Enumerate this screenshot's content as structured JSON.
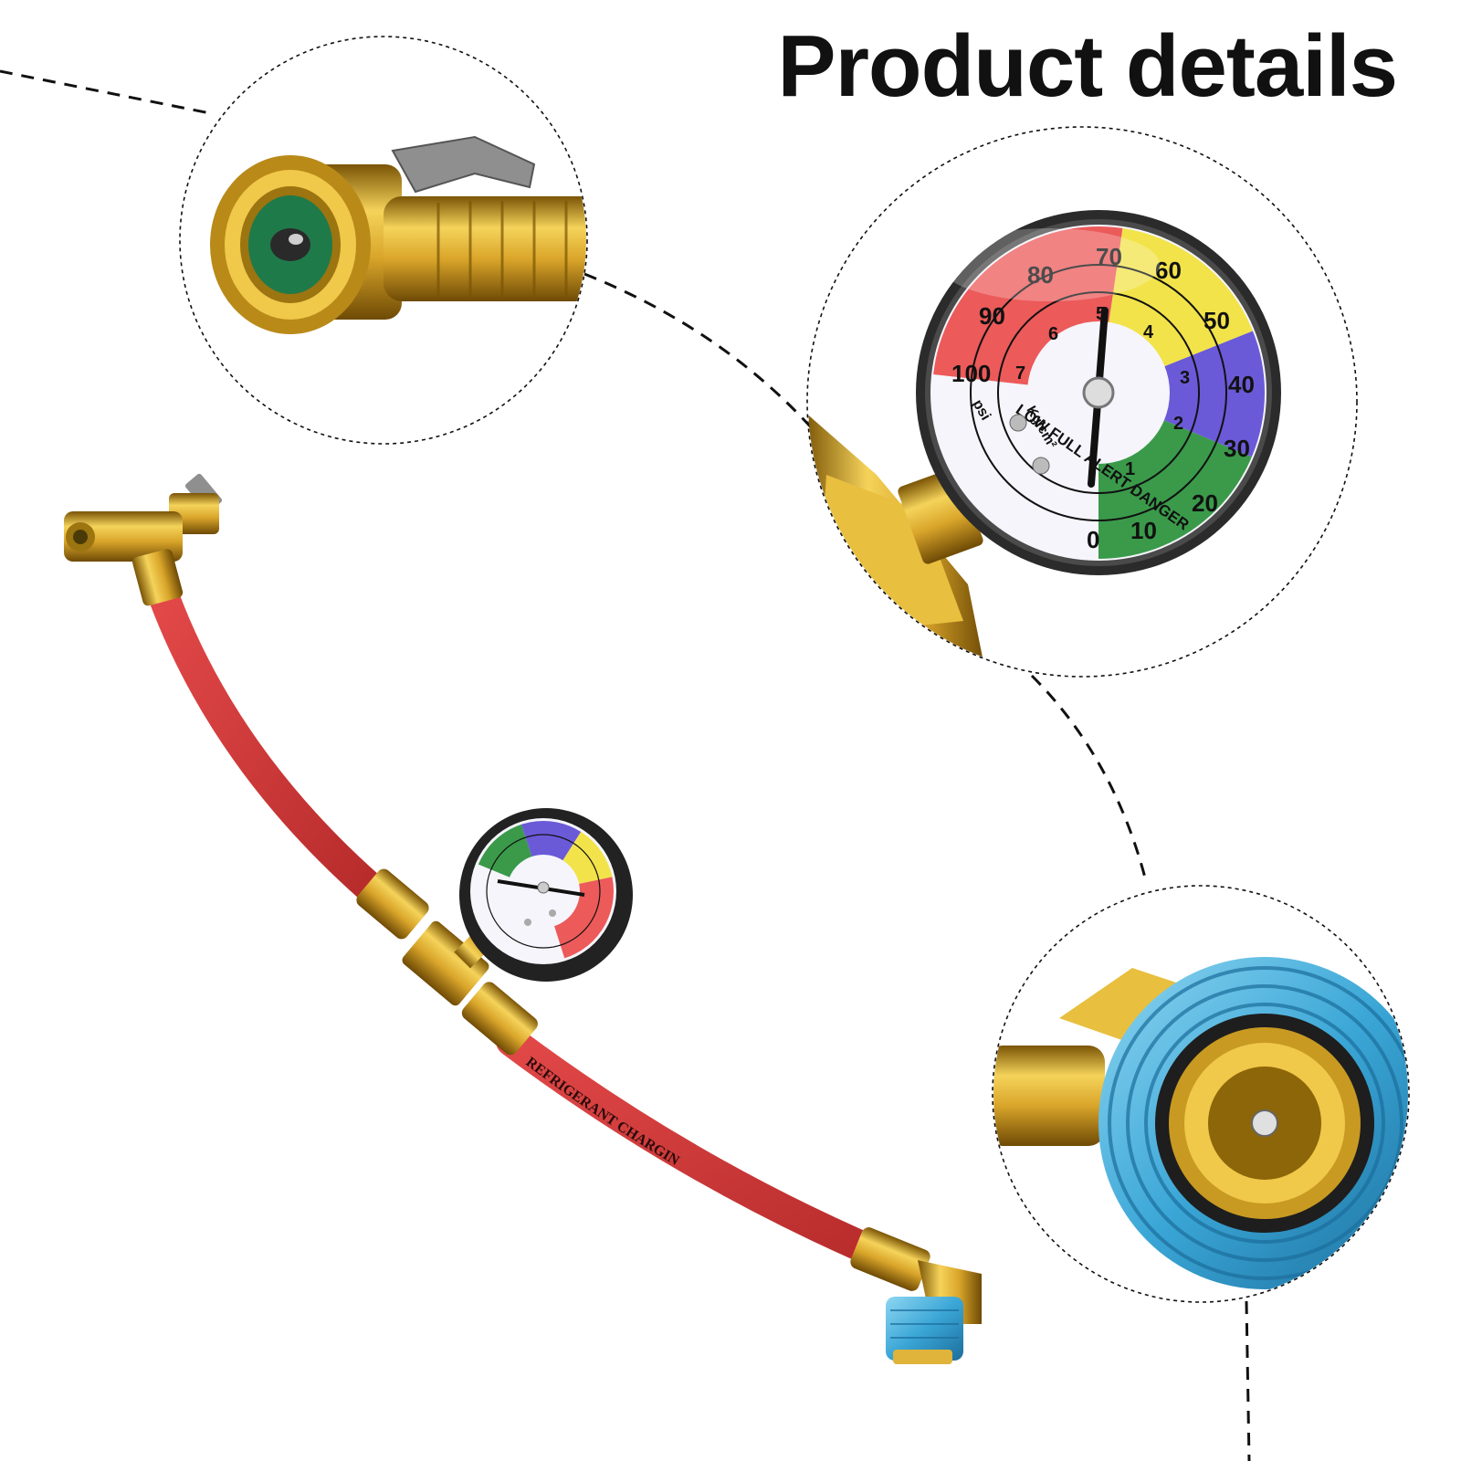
{
  "header": {
    "title": "Product details"
  },
  "hose": {
    "print": "REFRIGERANT CHARGIN"
  },
  "gauge": {
    "outer_numbers": [
      "0",
      "10",
      "20",
      "30",
      "40",
      "50",
      "60",
      "70",
      "80",
      "90",
      "100"
    ],
    "inner_numbers": [
      "1",
      "2",
      "3",
      "4",
      "5",
      "6",
      "7"
    ],
    "unit_psi": "psi",
    "unit_kg": "Kg/cm²",
    "zone_words": "LOW FULL ALERT DANGER",
    "zone_colors": {
      "green": "#3a9a4a",
      "blue": "#6a5ad8",
      "yellow": "#f2e34a",
      "red": "#ec5a5a",
      "white": "#f5f5fb"
    },
    "needle_reading_psi": 72
  },
  "colors": {
    "brass": "#d9a52a",
    "hose": "#d63a3a",
    "coupler": "#4ab0dc",
    "dashed_line": "#111111"
  }
}
